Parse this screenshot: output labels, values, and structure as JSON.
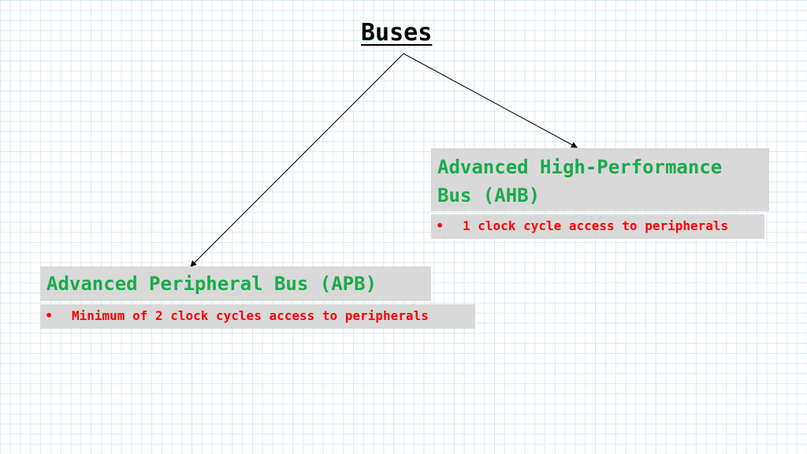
{
  "title": "Buses",
  "colors": {
    "heading_text": "#1aab4b",
    "bullet_text": "#ff0000",
    "box_background": "#d9d9d9",
    "grid": "#d6ecf2"
  },
  "nodes": {
    "ahb": {
      "heading_line1": "Advanced High-Performance",
      "heading_line2": "Bus (AHB)",
      "bullets": [
        "1 clock cycle access to peripherals"
      ]
    },
    "apb": {
      "heading": "Advanced Peripheral Bus (APB)",
      "bullets": [
        "Minimum of 2 clock cycles access to peripherals"
      ]
    }
  },
  "bullet_symbol": "•"
}
